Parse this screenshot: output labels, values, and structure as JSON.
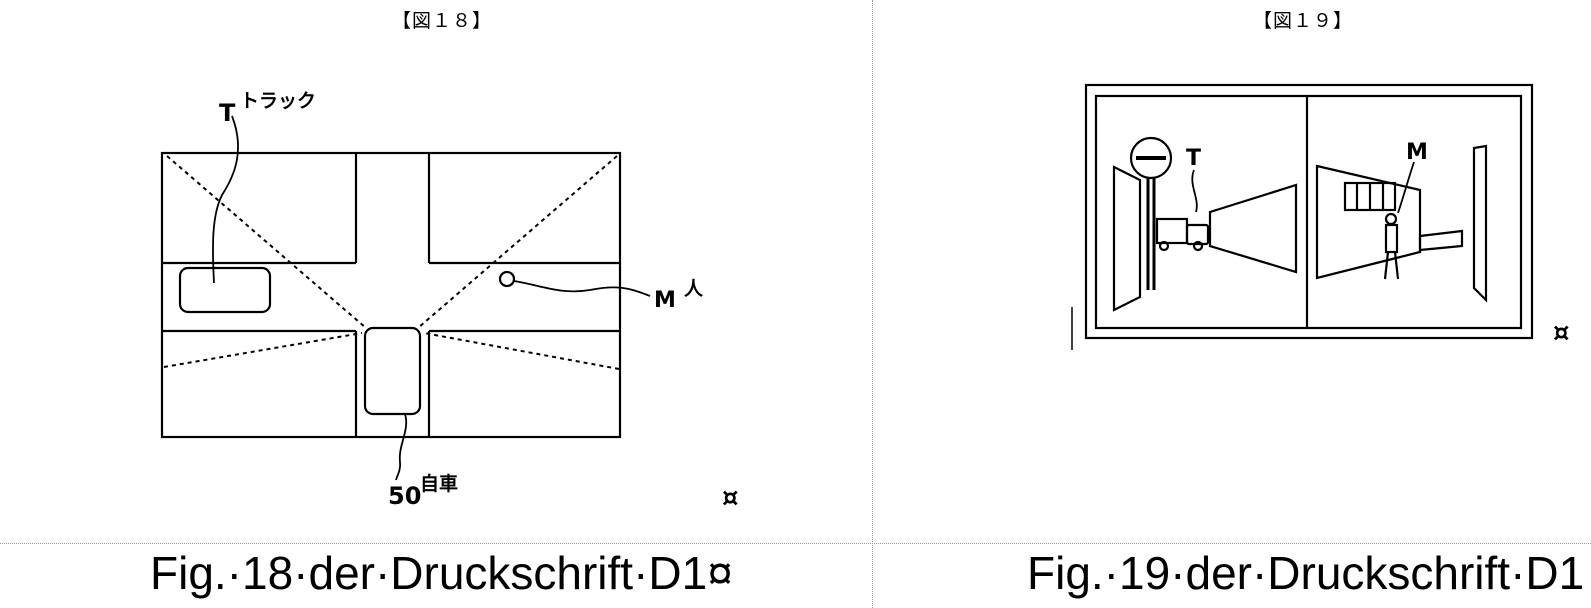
{
  "figures": {
    "fig18": {
      "title": "【図１８】",
      "caption": "Fig.·18·der·Druckschrift·D1¤",
      "mark": "¤",
      "labels": {
        "truck_ref": "T",
        "truck_name": "トラック",
        "person_ref": "M",
        "person_name": "人",
        "own_vehicle_ref": "50",
        "own_vehicle_name": "自車"
      }
    },
    "fig19": {
      "title": "【図１９】",
      "caption": "Fig.·19·der·Druckschrift·D1",
      "mark": "¤",
      "labels": {
        "truck_ref": "T",
        "person_ref": "M"
      }
    }
  },
  "colors": {
    "ink": "#000000",
    "divider": "#9a9a9a",
    "background": "#ffffff"
  }
}
